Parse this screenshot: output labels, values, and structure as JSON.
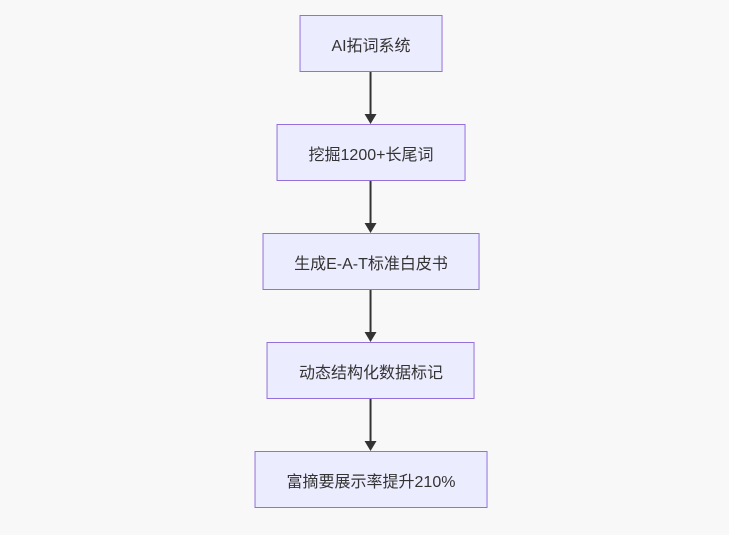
{
  "page": {
    "background_color": "#f8f8f8"
  },
  "flowchart": {
    "type": "vertical-flowchart",
    "direction": "top-down",
    "node_fill_color": "#ececff",
    "node_border_color": "#9370db",
    "node_text_color": "#333333",
    "edge_color": "#333333",
    "nodes": [
      {
        "label": "AI拓词系统"
      },
      {
        "label": "挖掘1200+长尾词"
      },
      {
        "label": "生成E-A-T标准白皮书"
      },
      {
        "label": "动态结构化数据标记"
      },
      {
        "label": "富摘要展示率提升210%"
      }
    ],
    "edges": [
      {
        "from": 0,
        "to": 1
      },
      {
        "from": 1,
        "to": 2
      },
      {
        "from": 2,
        "to": 3
      },
      {
        "from": 3,
        "to": 4
      }
    ]
  }
}
